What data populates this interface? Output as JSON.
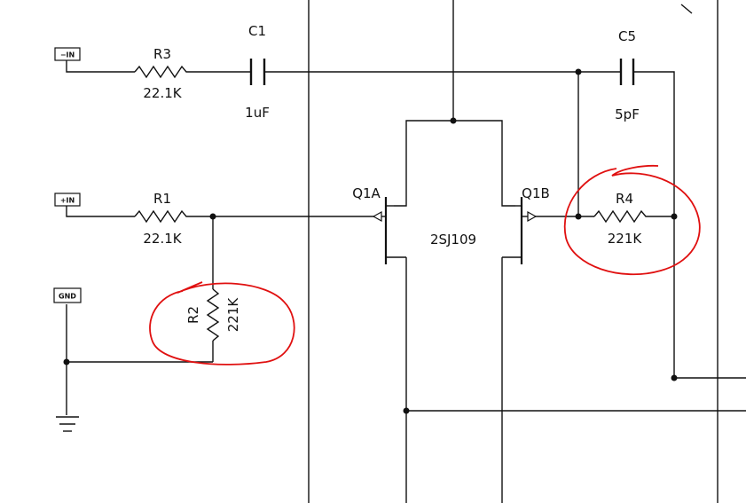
{
  "ports": {
    "minus_in": "−IN",
    "plus_in": "+IN",
    "gnd": "GND"
  },
  "components": {
    "r3": {
      "ref": "R3",
      "value": "22.1K"
    },
    "c1": {
      "ref": "C1",
      "value": "1uF"
    },
    "c5": {
      "ref": "C5",
      "value": "5pF"
    },
    "r1": {
      "ref": "R1",
      "value": "22.1K"
    },
    "r2": {
      "ref": "R2",
      "value": "221K"
    },
    "r4": {
      "ref": "R4",
      "value": "221K"
    },
    "q1a": {
      "ref": "Q1A"
    },
    "q1b": {
      "ref": "Q1B"
    },
    "jfet_part": "2SJ109"
  },
  "colors": {
    "wire": "#111111",
    "annotation": "#e01010",
    "background": "#ffffff"
  }
}
